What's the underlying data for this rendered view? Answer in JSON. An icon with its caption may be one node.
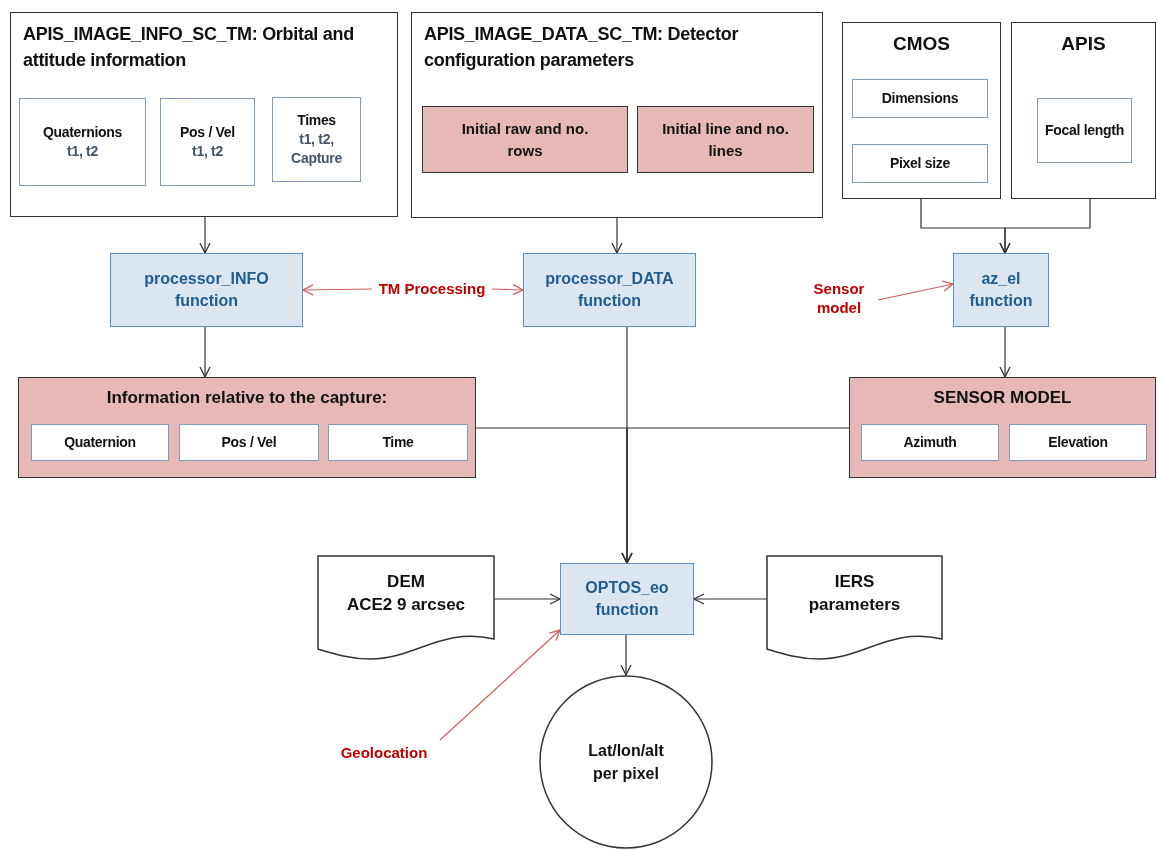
{
  "diagram": {
    "nodes": [
      {
        "text": [
          "APIS_IMAGE_INFO_SC_TM: Orbital and attitude information"
        ]
      },
      {
        "text": [
          "Quaternions",
          "t1, t2"
        ],
        "in": 0
      },
      {
        "text": [
          "Pos / Vel",
          "t1, t2"
        ],
        "in": 0
      },
      {
        "text": [
          "Times",
          "t1, t2, Capture"
        ],
        "in": 0
      },
      {
        "text": [
          "APIS_IMAGE_DATA_SC_TM: Detector configuration parameters"
        ]
      },
      {
        "text": [
          "Initial raw and no. rows"
        ],
        "in": 4
      },
      {
        "text": [
          "Initial line and no. lines"
        ],
        "in": 4
      },
      {
        "text": [
          "CMOS"
        ]
      },
      {
        "text": [
          "Dimensions"
        ],
        "in": 7
      },
      {
        "text": [
          "Pixel size"
        ],
        "in": 7
      },
      {
        "text": [
          "APIS"
        ]
      },
      {
        "text": [
          "Focal length"
        ],
        "in": 10
      },
      {
        "text": [
          "processor_INFO function"
        ]
      },
      {
        "text": [
          "processor_DATA function"
        ]
      },
      {
        "text": [
          "az_el function"
        ]
      },
      {
        "text": [
          "Information relative to the capture:"
        ]
      },
      {
        "text": [
          "Quaternion"
        ],
        "in": 15
      },
      {
        "text": [
          "Pos / Vel"
        ],
        "in": 15
      },
      {
        "text": [
          "Time"
        ],
        "in": 15
      },
      {
        "text": [
          "SENSOR MODEL"
        ]
      },
      {
        "text": [
          "Azimuth"
        ],
        "in": 19
      },
      {
        "text": [
          "Elevation"
        ],
        "in": 19
      },
      {
        "text": [
          "DEM",
          "ACE2 9 arcsec"
        ]
      },
      {
        "text": [
          "OPTOS_eo function"
        ]
      },
      {
        "text": [
          "IERS parameters"
        ]
      },
      {
        "text": [
          "Lat/lon/alt per pixel"
        ]
      },
      {
        "text": [
          "TM Processing"
        ]
      },
      {
        "text": [
          "Sensor model"
        ]
      },
      {
        "text": [
          "Geolocation"
        ]
      }
    ],
    "edges": [
      {
        "from": 0,
        "to": 12,
        "arrow": "to"
      },
      {
        "from": 4,
        "to": 13,
        "arrow": "to"
      },
      {
        "from": 7,
        "to": 14,
        "arrow": "to"
      },
      {
        "from": 10,
        "to": 14,
        "arrow": "to"
      },
      {
        "from": 12,
        "to": 15,
        "arrow": "to"
      },
      {
        "from": 14,
        "to": 19,
        "arrow": "to"
      },
      {
        "from": 13,
        "to": 23,
        "arrow": "to"
      },
      {
        "from": 15,
        "to": 23,
        "arrow": "to"
      },
      {
        "from": 19,
        "to": 23,
        "arrow": "to"
      },
      {
        "from": 22,
        "to": 23,
        "arrow": "to"
      },
      {
        "from": 24,
        "to": 23,
        "arrow": "to"
      },
      {
        "from": 23,
        "to": 25,
        "arrow": "to"
      },
      {
        "from": 26,
        "to": 12,
        "arrow": "to",
        "color": "#d0605e"
      },
      {
        "from": 26,
        "to": 13,
        "arrow": "to",
        "color": "#d0605e"
      },
      {
        "from": 27,
        "to": 14,
        "arrow": "to",
        "color": "#d0605e"
      },
      {
        "from": 28,
        "to": 23,
        "arrow": "to",
        "color": "#d0605e"
      }
    ]
  }
}
